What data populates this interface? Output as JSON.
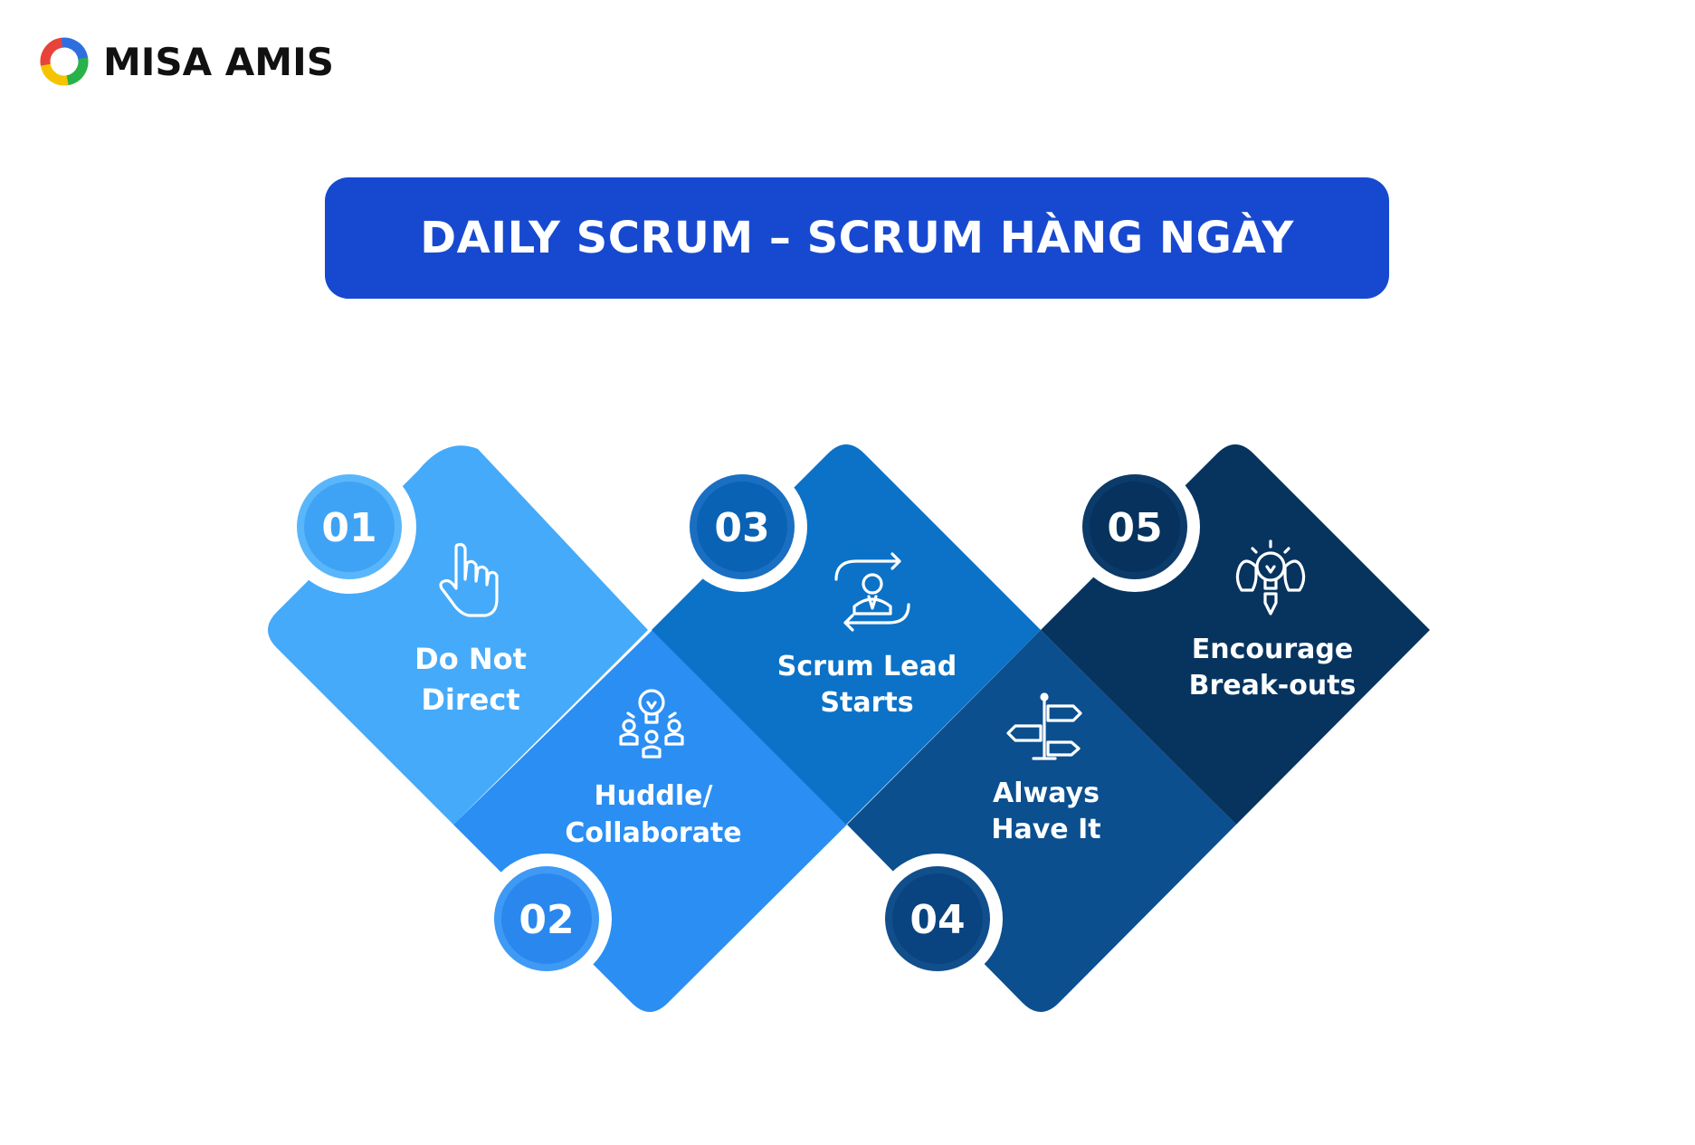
{
  "brand": {
    "name": "MISA AMIS",
    "logo_icon": "misa-ring-logo-icon"
  },
  "title": "DAILY SCRUM – SCRUM HÀNG NGÀY",
  "colors": {
    "title_bg": "#1749d0",
    "step1": "#45aaf9",
    "step2": "#2b8ef3",
    "step3": "#0b72c8",
    "step4": "#0b4f8f",
    "step5": "#06345f"
  },
  "steps": [
    {
      "number": "01",
      "line1": "Do Not",
      "line2": "Direct",
      "icon": "pointing-hand-icon"
    },
    {
      "number": "02",
      "line1": "Huddle/",
      "line2": "Collaborate",
      "icon": "team-idea-icon"
    },
    {
      "number": "03",
      "line1": "Scrum Lead",
      "line2": "Starts",
      "icon": "leader-cycle-icon"
    },
    {
      "number": "04",
      "line1": "Always",
      "line2": "Have It",
      "icon": "signpost-icon"
    },
    {
      "number": "05",
      "line1": "Encourage",
      "line2": "Break-outs",
      "icon": "strong-idea-icon"
    }
  ]
}
